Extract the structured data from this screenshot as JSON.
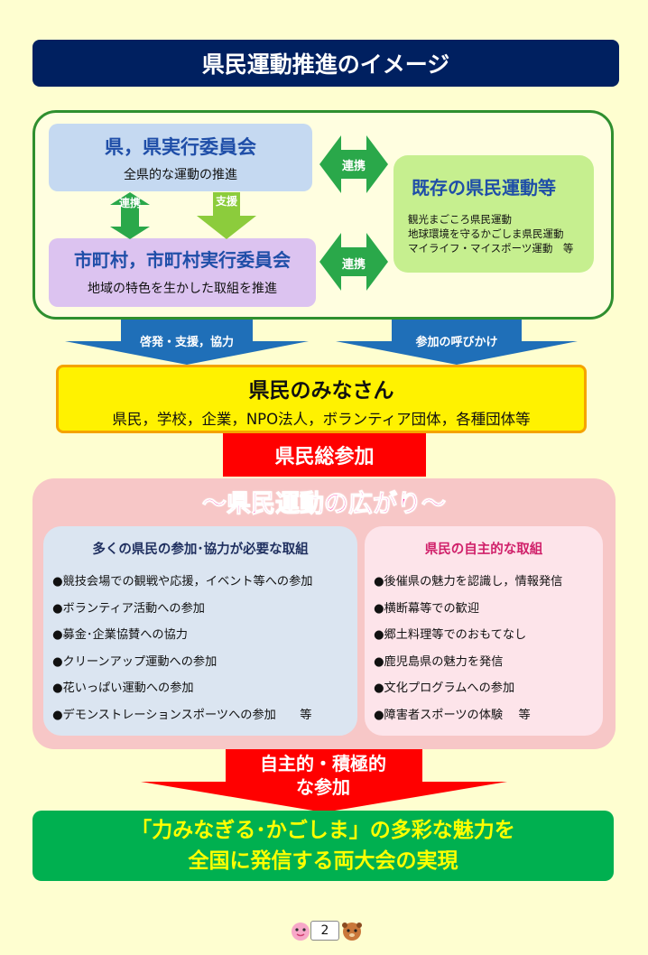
{
  "title": "県民運動推進のイメージ",
  "top": {
    "pref_title": "県，県実行委員会",
    "pref_sub": "全県的な運動の推進",
    "muni_title": "市町村，市町村実行委員会",
    "muni_sub": "地域の特色を生かした取組を推進",
    "existing_title": "既存の県民運動等",
    "existing_items": [
      "観光まごころ県民運動",
      "地球環境を守るかごしま県民運動",
      "マイライフ・マイスポーツ運動　等"
    ],
    "link_label_1": "連携",
    "link_label_2": "連携",
    "vertical_link": "連携",
    "support": "支援"
  },
  "arrows": {
    "left": "啓発・支援，協力",
    "right": "参加の呼びかけ"
  },
  "citizens": {
    "title": "県民のみなさん",
    "sub": "県民，学校，企業，NPO法人，ボランティア団体，各種団体等"
  },
  "total_participation": "県民総参加",
  "spread": {
    "title": "～県民運動の広がり～",
    "left_title": "多くの県民の参加･協力が必要な取組",
    "left_items": [
      "●競技会場での観戦や応援，イベント等への参加",
      "●ボランティア活動への参加",
      "●募金･企業協賛への協力",
      "●クリーンアップ運動への参加",
      "●花いっぱい運動への参加",
      "●デモンストレーションスポーツへの参加　　等"
    ],
    "right_title": "県民の自主的な取組",
    "right_items": [
      "●後催県の魅力を認識し，情報発信",
      "●横断幕等での歓迎",
      "●郷土料理等でのおもてなし",
      "●鹿児島県の魅力を発信",
      "●文化プログラムへの参加",
      "●障害者スポーツの体験　 等"
    ]
  },
  "bottom_arrow": {
    "line1": "自主的・積極的",
    "line2": "な参加"
  },
  "final": {
    "line1": "「力みなぎる･かごしま」の多彩な魅力を",
    "line2": "全国に発信する両大会の実現"
  },
  "page_number": "2",
  "colors": {
    "background": "#fefed0",
    "title_bar": "#002060",
    "arrow_blue": "#1f6fb8",
    "arrow_green": "#2aa84a",
    "red": "#ff0000",
    "final_green": "#00b050"
  }
}
